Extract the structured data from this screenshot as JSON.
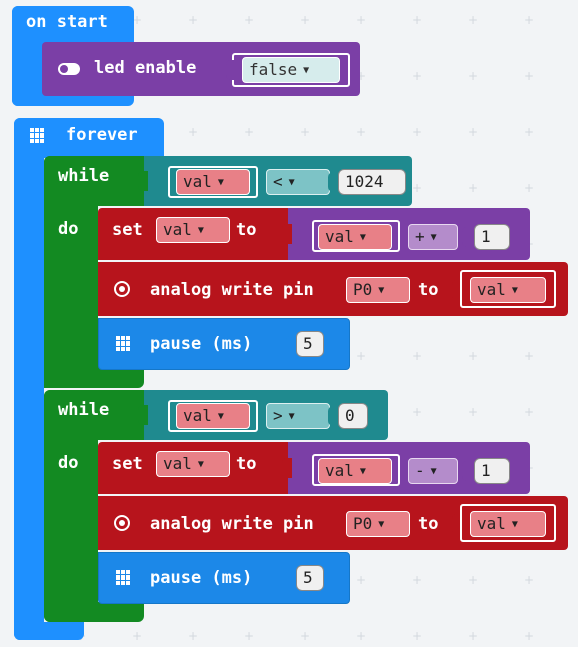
{
  "on_start": {
    "label": "on start",
    "led_enable": {
      "label": "led enable",
      "value": "false"
    }
  },
  "forever": {
    "label": "forever",
    "loops": [
      {
        "while_label": "while",
        "do_label": "do",
        "condition": {
          "left": "val",
          "op": "<",
          "right": "1024"
        },
        "set": {
          "set_label": "set",
          "var": "val",
          "to_label": "to",
          "expr": {
            "left": "val",
            "op": "+",
            "right": "1"
          }
        },
        "analog": {
          "label": "analog write pin",
          "pin": "P0",
          "to_label": "to",
          "value": "val"
        },
        "pause": {
          "label": "pause (ms)",
          "value": "5"
        }
      },
      {
        "while_label": "while",
        "do_label": "do",
        "condition": {
          "left": "val",
          "op": ">",
          "right": "0"
        },
        "set": {
          "set_label": "set",
          "var": "val",
          "to_label": "to",
          "expr": {
            "left": "val",
            "op": "-",
            "right": "1"
          }
        },
        "analog": {
          "label": "analog write pin",
          "pin": "P0",
          "to_label": "to",
          "value": "val"
        },
        "pause": {
          "label": "pause (ms)",
          "value": "5"
        }
      }
    ]
  },
  "icons": {
    "led": "toggle-icon",
    "forever": "grid-icon",
    "analog": "target-icon",
    "pause": "grid-icon",
    "dropdown": "caret-down-icon"
  },
  "colors": {
    "events": "#1e90ff",
    "led": "#7b3fa6",
    "loops": "#138a22",
    "logic": "#1f8a8f",
    "variables": "#b7141c",
    "math": "#7b3fa6",
    "basic": "#1c88e8"
  }
}
